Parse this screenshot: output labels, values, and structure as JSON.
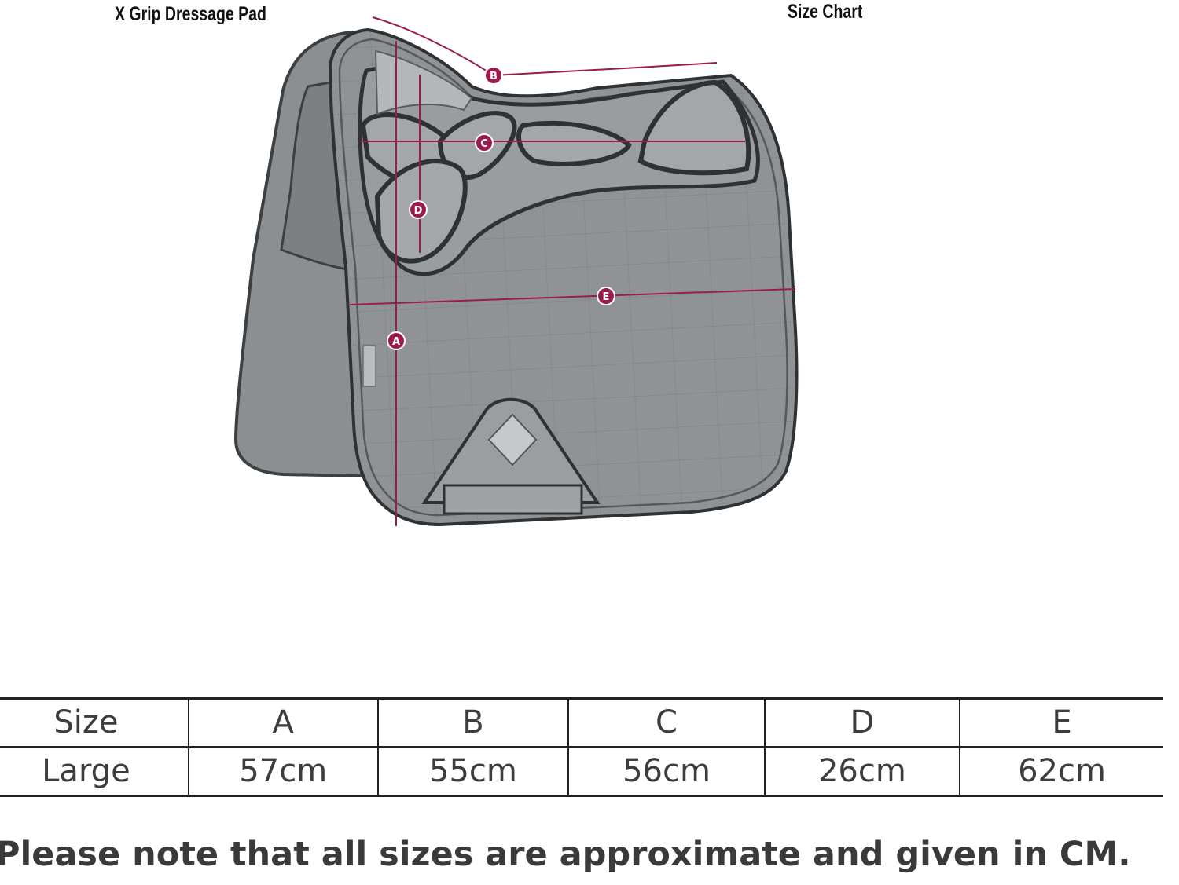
{
  "header": {
    "product_title": "X Grip Dressage Pad",
    "chart_title": "Size Chart"
  },
  "diagram": {
    "markers": [
      "A",
      "B",
      "C",
      "D",
      "E"
    ],
    "accent_color": "#9b1b4e",
    "pad_color": "#8e9294"
  },
  "size_table": {
    "headers": [
      "Size",
      "A",
      "B",
      "C",
      "D",
      "E"
    ],
    "rows": [
      [
        "Large",
        "57cm",
        "55cm",
        "56cm",
        "26cm",
        "62cm"
      ]
    ]
  },
  "footer": {
    "note": "Please note that all sizes are approximate and given in CM."
  }
}
